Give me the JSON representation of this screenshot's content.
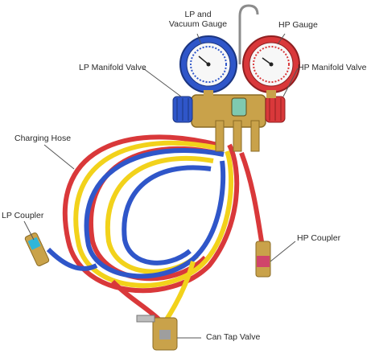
{
  "labels": {
    "lp_gauge_line1": "LP and",
    "lp_gauge_line2": "Vacuum Gauge",
    "hp_gauge": "HP Gauge",
    "lp_manifold_valve": "LP Manifold Valve",
    "hp_manifold_valve": "HP Manifold Valve",
    "charging_hose": "Charging Hose",
    "lp_coupler": "LP Coupler",
    "hp_coupler": "HP Coupler",
    "can_tap_valve": "Can Tap Valve"
  },
  "colors": {
    "lp": "#2f56c9",
    "hp": "#d9383a",
    "yellow_hose": "#f2d21b",
    "brass": "#c9a24a",
    "leader": "#555555"
  }
}
